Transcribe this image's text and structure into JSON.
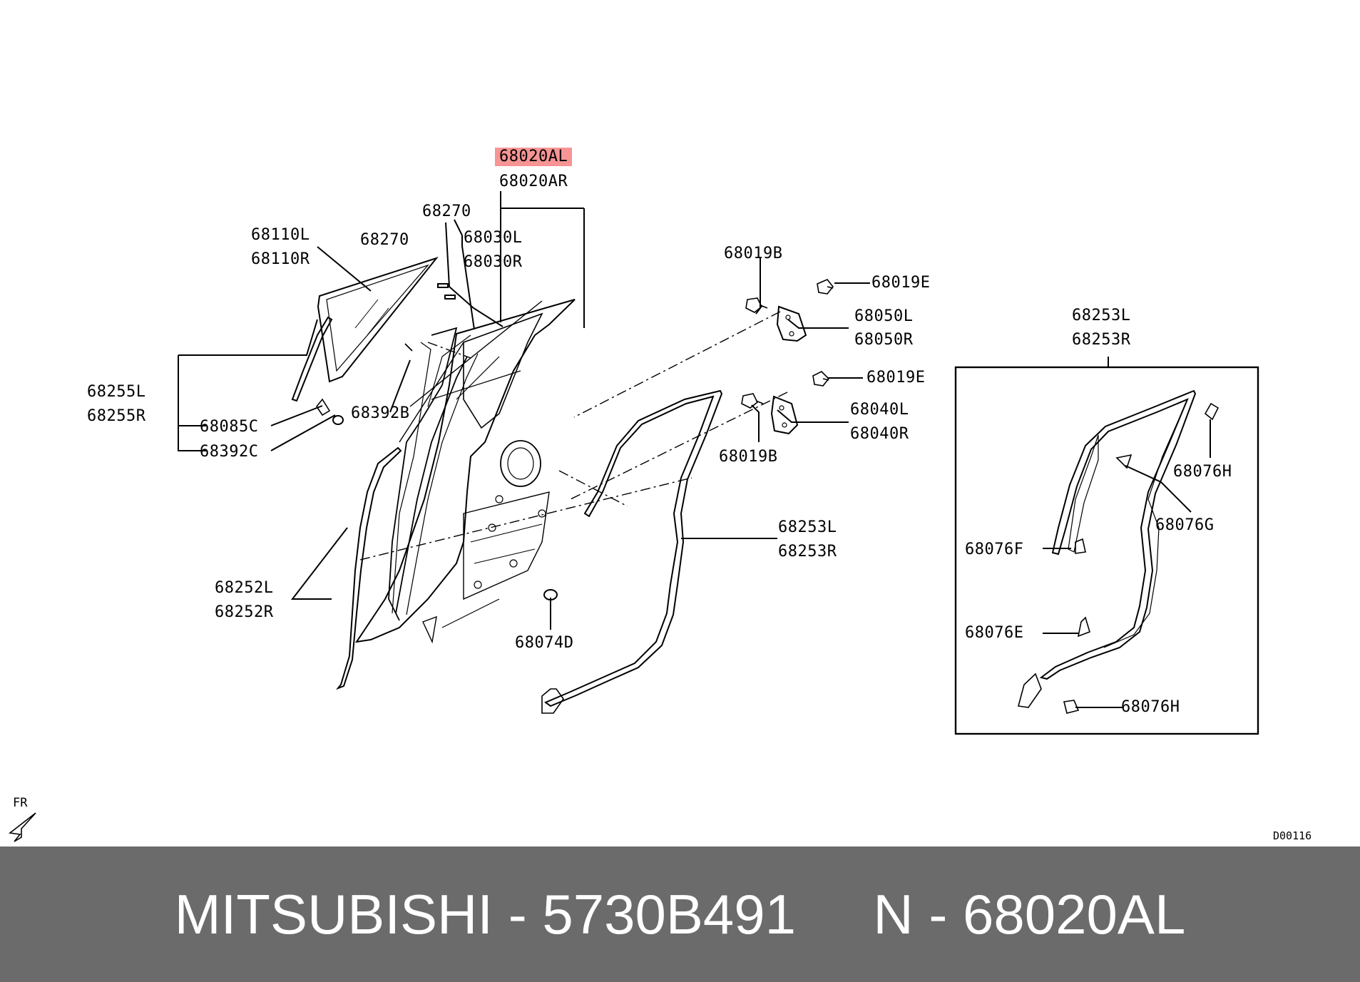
{
  "diagram": {
    "labels": {
      "p68020AL": "68020AL",
      "p68020AR": "68020AR",
      "p68270a": "68270",
      "p68270b": "68270",
      "p68030L": "68030L",
      "p68030R": "68030R",
      "p68110L": "68110L",
      "p68110R": "68110R",
      "p68255L": "68255L",
      "p68255R": "68255R",
      "p68085C": "68085C",
      "p68392C": "68392C",
      "p68392B": "68392B",
      "p68252L": "68252L",
      "p68252R": "68252R",
      "p68074D": "68074D",
      "p68019B_top": "68019B",
      "p68019E_top": "68019E",
      "p68050L": "68050L",
      "p68050R": "68050R",
      "p68019E_mid": "68019E",
      "p68040L": "68040L",
      "p68040R": "68040R",
      "p68019B_mid": "68019B",
      "p68253L": "68253L",
      "p68253R": "68253R",
      "p68253L_box": "68253L",
      "p68253R_box": "68253R",
      "p68076H_top": "68076H",
      "p68076G": "68076G",
      "p68076F": "68076F",
      "p68076E": "68076E",
      "p68076H_bot": "68076H"
    },
    "fr_label": "FR",
    "diagram_code": "D00116",
    "highlight_color": "#f79494"
  },
  "footer": {
    "text": "MITSUBISHI - 5730B491     N - 68020AL",
    "background": "#6b6b6b"
  }
}
